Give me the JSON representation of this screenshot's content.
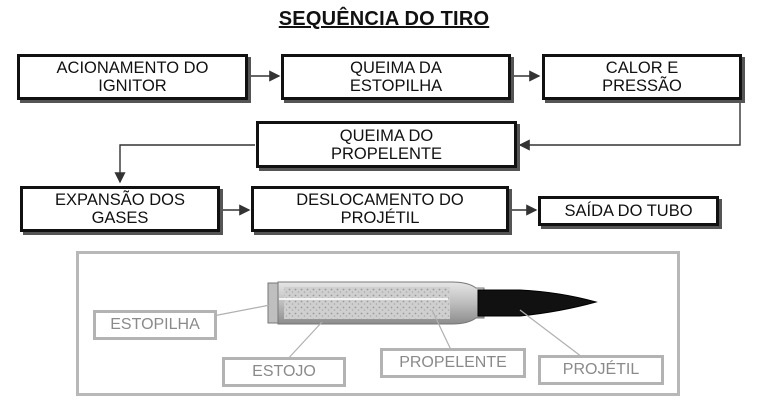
{
  "title": "SEQUÊNCIA DO TIRO",
  "steps": {
    "s1": "ACIONAMENTO DO\nIGNITOR",
    "s2": "QUEIMA DA\nESTOPILHA",
    "s3": "CALOR E\nPRESSÃO",
    "s4": "QUEIMA DO\nPROPELENTE",
    "s5": "EXPANSÃO DOS\nGASES",
    "s6": "DESLOCAMENTO DO\nPROJÉTIL",
    "s7": "SAÍDA DO TUBO"
  },
  "cartridge_labels": {
    "estopilha": "ESTOPILHA",
    "estojo": "ESTOJO",
    "propelente": "PROPELENTE",
    "projetil": "PROJÉTIL"
  }
}
